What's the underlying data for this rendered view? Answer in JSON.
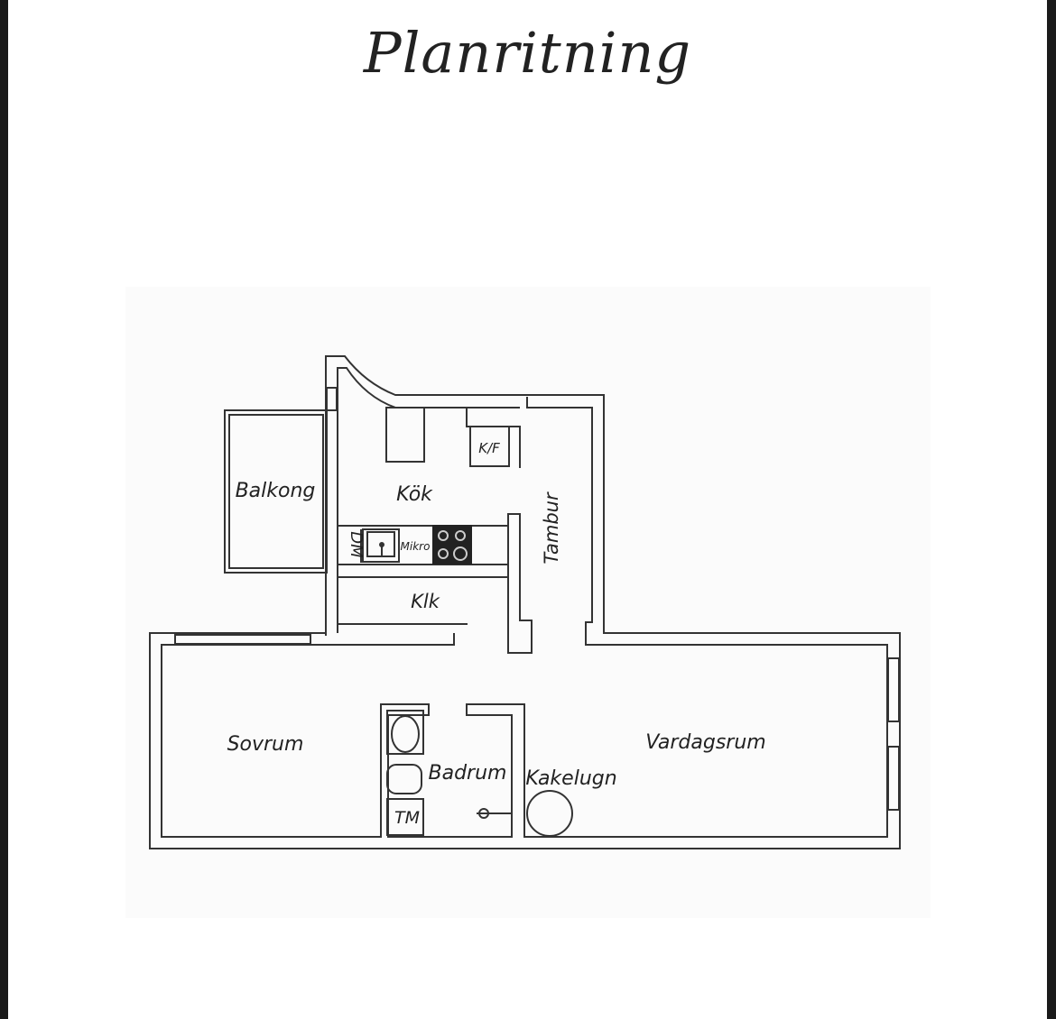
{
  "title": "Planritning",
  "rooms": {
    "balkong": "Balkong",
    "kok": "Kök",
    "kf": "K/F",
    "dm": "DM",
    "mikro": "Mikro",
    "klk": "Klk",
    "tambur": "Tambur",
    "sovrum": "Sovrum",
    "badrum": "Badrum",
    "tm": "TM",
    "kakelugn": "Kakelugn",
    "vardagsrum": "Vardagsrum"
  }
}
